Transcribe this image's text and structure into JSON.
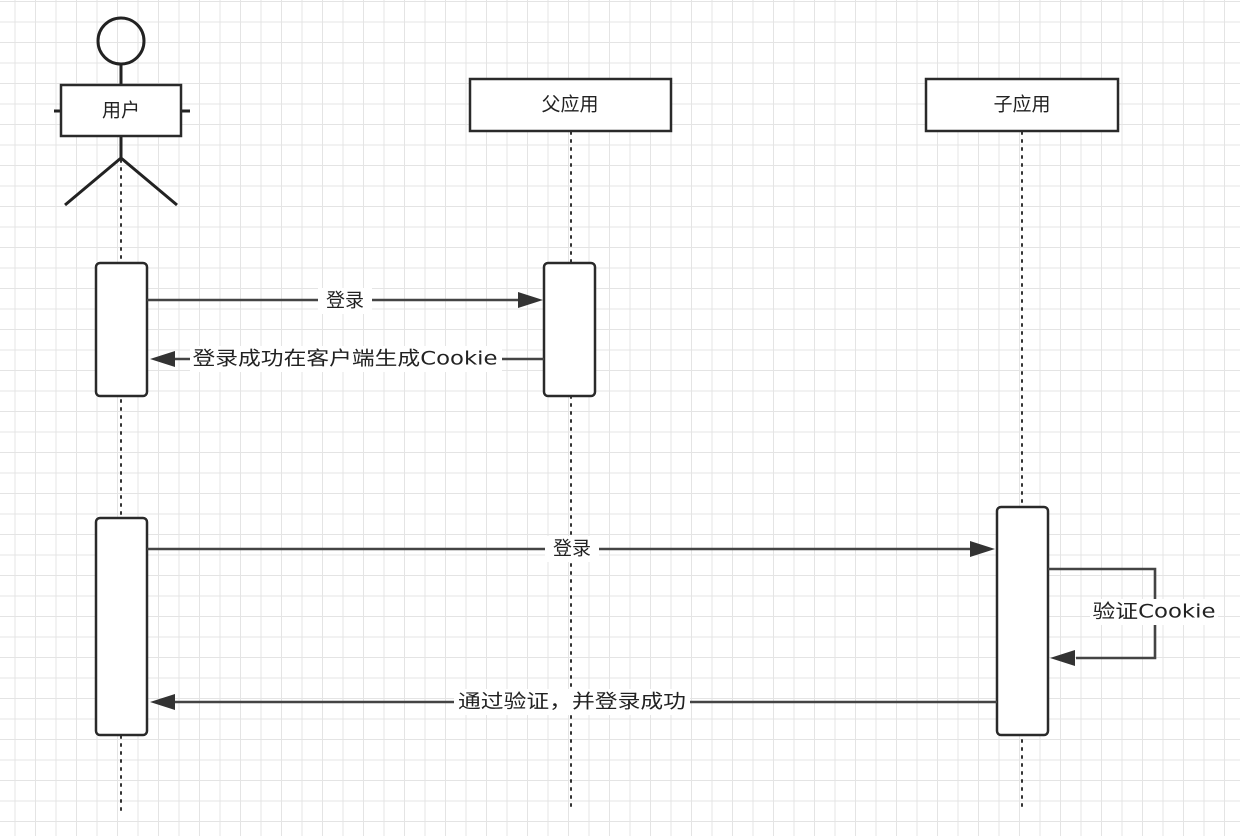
{
  "participants": {
    "user": {
      "label": "用户"
    },
    "parent_app": {
      "label": "父应用"
    },
    "child_app": {
      "label": "子应用"
    }
  },
  "messages": {
    "m1": {
      "label": "登录"
    },
    "m2": {
      "label": "登录成功在客户端生成Cookie"
    },
    "m3": {
      "label": "登录"
    },
    "m4": {
      "label": "验证Cookie"
    },
    "m5": {
      "label": "通过验证，并登录成功"
    }
  }
}
